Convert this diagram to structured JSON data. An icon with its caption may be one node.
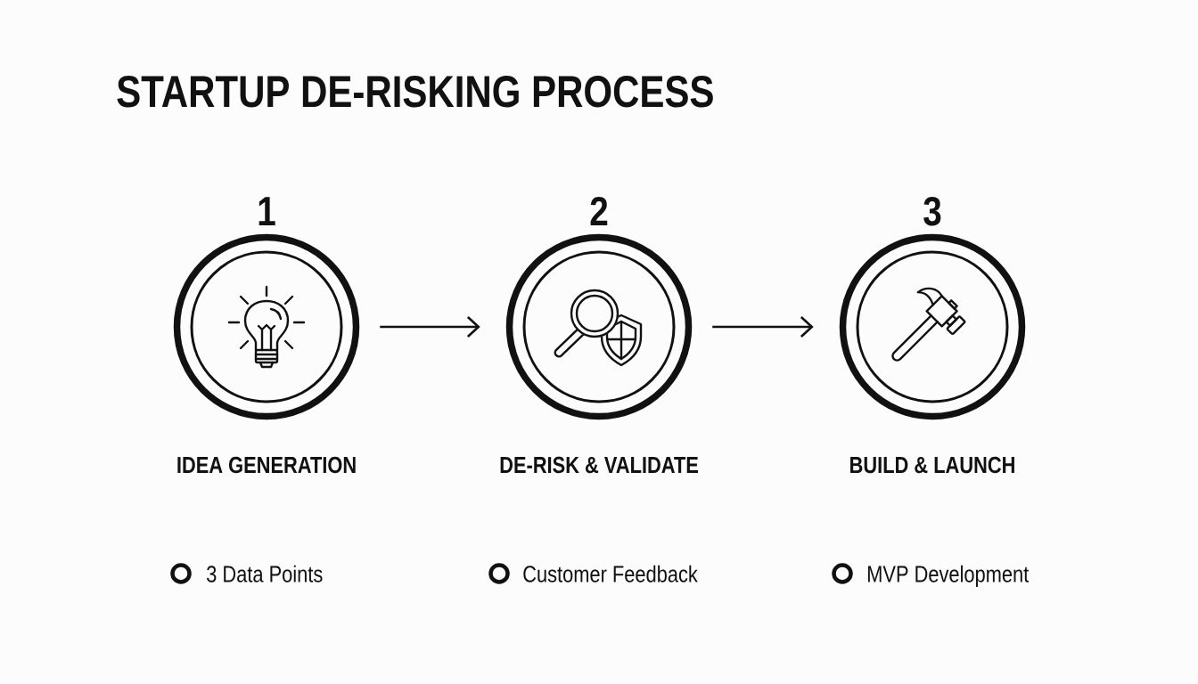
{
  "diagram": {
    "title": "STARTUP DE-RISKING PROCESS",
    "nodes": [
      {
        "text": [
          "1"
        ],
        "beside": [
          "IDEA GENERATION",
          "3 Data Points"
        ]
      },
      {
        "text": [
          "2"
        ],
        "beside": [
          "DE-RISK & VALIDATE",
          "Customer Feedback"
        ]
      },
      {
        "text": [
          "3"
        ],
        "beside": [
          "BUILD & LAUNCH",
          "MVP Development"
        ]
      }
    ],
    "edges": [
      {
        "from": 0,
        "to": 1,
        "arrow": "to"
      },
      {
        "from": 1,
        "to": 2,
        "arrow": "to"
      }
    ]
  }
}
